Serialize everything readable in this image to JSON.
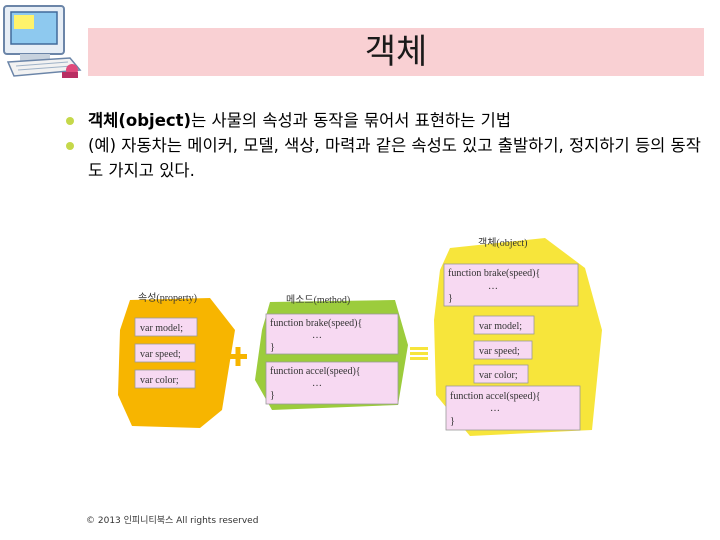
{
  "title": "객체",
  "bullets": [
    {
      "bold": "객체(object)",
      "text": "는 사물의 속성과 동작을 묶어서 표현하는 기법"
    },
    {
      "bold": "",
      "text": "(예) 자동차는 메이커, 모델, 색상, 마력과 같은 속성도 있고 출발하기, 정지하기 등의 동작도 가지고 있다."
    }
  ],
  "diagram": {
    "property_label": "속성(property)",
    "method_label": "메소드(method)",
    "object_label": "객체(object)",
    "fields": [
      "var model;",
      "var speed;",
      "var color;"
    ],
    "methods": [
      {
        "sig": "function brake(speed){",
        "body": "…",
        "end": "}"
      },
      {
        "sig": "function accel(speed){",
        "body": "…",
        "end": "}"
      }
    ],
    "obj_methods": [
      {
        "sig": "function brake(speed){",
        "body": "…",
        "end": "}"
      },
      {
        "sig": "function accel(speed){",
        "body": "…",
        "end": "}"
      }
    ],
    "obj_fields": [
      "var model;",
      "var speed;",
      "var color;"
    ]
  },
  "footer": "© 2013 인피니티북스 All rights reserved",
  "colors": {
    "title_bg": "#f9d0d3",
    "bullet": "#c5d84a",
    "property_blob": "#f7b500",
    "method_blob": "#9ccc3c",
    "object_blob": "#f7e53b",
    "box_fill": "#f7d9f2"
  }
}
